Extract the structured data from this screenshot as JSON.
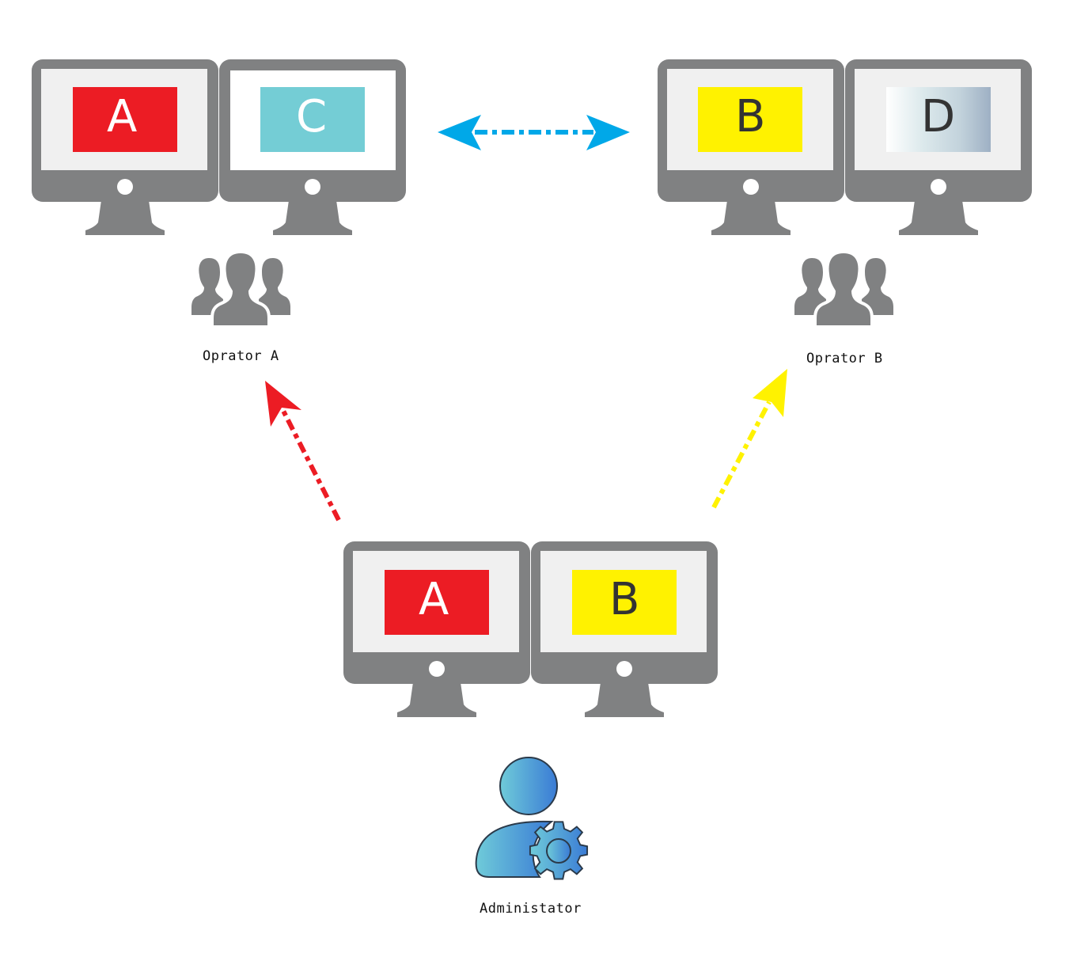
{
  "diagram": {
    "groups": {
      "operator_a": {
        "label": "Oprator A",
        "monitors": [
          {
            "letter": "A",
            "tile_color": "#ec1c24",
            "letter_color": "#ffffff",
            "screen_color": "#f0f0f0"
          },
          {
            "letter": "C",
            "tile_color": "#74cdd5",
            "letter_color": "#ffffff",
            "screen_color": "#ffffff"
          }
        ]
      },
      "operator_b": {
        "label": "Oprator B",
        "monitors": [
          {
            "letter": "B",
            "tile_color": "#fff200",
            "letter_color": "#333333",
            "screen_color": "#f0f0f0"
          },
          {
            "letter": "D",
            "tile_color": "gradient-gray-blue",
            "letter_color": "#333333",
            "screen_color": "#f0f0f0"
          }
        ]
      },
      "administrator": {
        "label": "Administator",
        "monitors": [
          {
            "letter": "A",
            "tile_color": "#ec1c24",
            "letter_color": "#ffffff",
            "screen_color": "#f0f0f0"
          },
          {
            "letter": "B",
            "tile_color": "#fff200",
            "letter_color": "#333333",
            "screen_color": "#f0f0f0"
          }
        ]
      }
    },
    "connectors": [
      {
        "from": "operator_a",
        "to": "operator_b",
        "style": "dash-dot",
        "direction": "both",
        "color": "#00a8e8"
      },
      {
        "from": "administrator",
        "to": "operator_a",
        "style": "dash-dot",
        "direction": "forward",
        "color": "#ec1c24"
      },
      {
        "from": "administrator",
        "to": "operator_b",
        "style": "dash-dot",
        "direction": "forward",
        "color": "#fff200"
      }
    ],
    "icons": {
      "operator_a": "user-group-icon",
      "operator_b": "user-group-icon",
      "administrator": "admin-user-gear-icon"
    },
    "colors": {
      "monitor": "#808182"
    }
  }
}
